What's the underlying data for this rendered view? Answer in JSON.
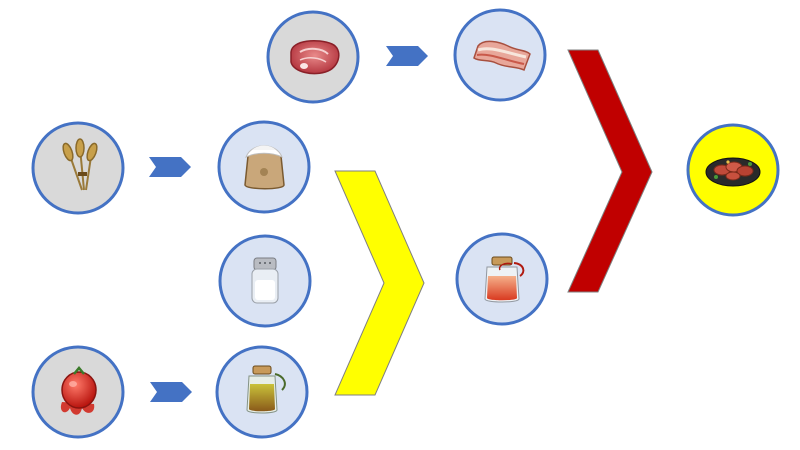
{
  "nodes": [
    {
      "id": "raw-meat",
      "icon": "raw-meat-icon",
      "fill": "#d9d9d9"
    },
    {
      "id": "bacon",
      "icon": "bacon-icon",
      "fill": "#dae3f3"
    },
    {
      "id": "wheat",
      "icon": "wheat-icon",
      "fill": "#d9d9d9"
    },
    {
      "id": "flour",
      "icon": "flour-sack-icon",
      "fill": "#dae3f3"
    },
    {
      "id": "salt",
      "icon": "salt-shaker-icon",
      "fill": "#dae3f3"
    },
    {
      "id": "tomato",
      "icon": "tomato-icon",
      "fill": "#d9d9d9"
    },
    {
      "id": "spice-jar",
      "icon": "spice-jar-icon",
      "fill": "#dae3f3"
    },
    {
      "id": "sauce-jar",
      "icon": "sauce-jar-icon",
      "fill": "#dae3f3"
    },
    {
      "id": "grilled-meat-platter",
      "icon": "grilled-meat-platter-icon",
      "fill": "#ffff00"
    }
  ],
  "colors": {
    "circle_border": "#4472c4",
    "small_arrow": "#4472c4",
    "yellow_chevron": "#ffff00",
    "yellow_chevron_outline": "#7f7f7f",
    "red_chevron": "#c00000",
    "red_chevron_outline": "#7f7f7f"
  }
}
